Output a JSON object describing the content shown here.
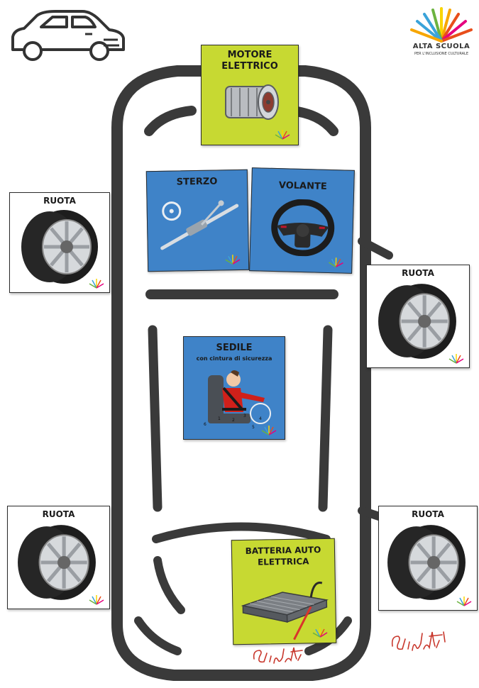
{
  "logo": {
    "name": "ALTA SCUOLA",
    "tagline": "PER L'INCLUSIONE CULTURALE",
    "colors": [
      "#e84e1b",
      "#f7a600",
      "#f9d500",
      "#3aa3d9",
      "#6cb33f",
      "#e5007e"
    ]
  },
  "car_icon": "car-outline-icon",
  "cards": {
    "motore": {
      "title_line1": "MOTORE",
      "title_line2": "ELETTRICO",
      "color": "#c7d932"
    },
    "sterzo": {
      "title": "STERZO",
      "color": "#3f83c8"
    },
    "volante": {
      "title": "VOLANTE",
      "color": "#3f83c8"
    },
    "sedile": {
      "title": "SEDILE",
      "subtitle": "con cintura di sicurezza",
      "color": "#3f83c8"
    },
    "batteria": {
      "title_line1": "BATTERIA AUTO",
      "title_line2": "ELETTRICA",
      "color": "#c7d932"
    },
    "ruota_top_left": {
      "title": "RUOTA"
    },
    "ruota_top_right": {
      "title": "RUOTA"
    },
    "ruota_bottom_left": {
      "title": "RUOTA"
    },
    "ruota_bottom_right": {
      "title": "RUOTA"
    }
  },
  "seat_callouts": [
    "1",
    "2",
    "3",
    "4",
    "5",
    "6"
  ],
  "signatures": [
    "Giulia",
    "Giulia"
  ]
}
